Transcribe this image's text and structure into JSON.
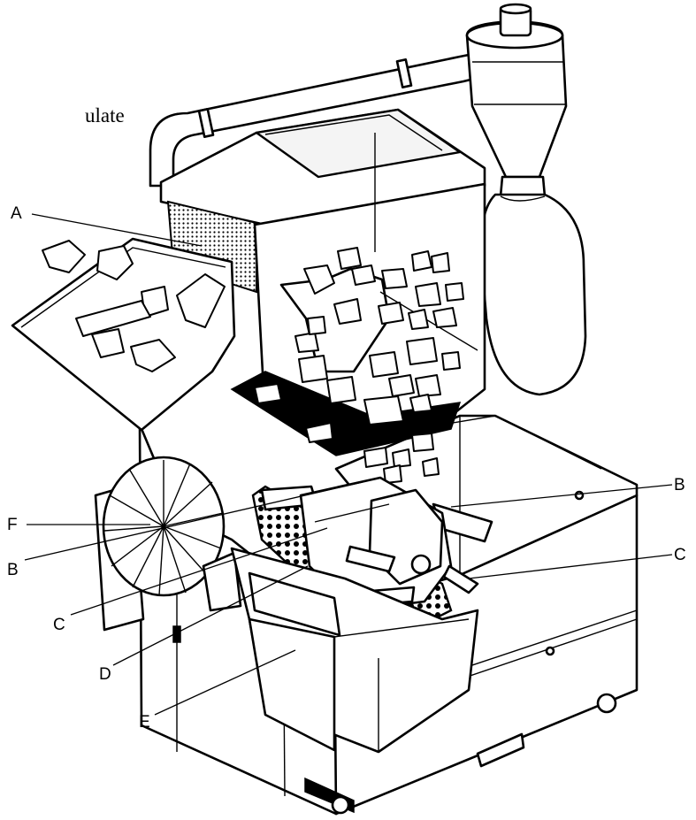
{
  "text_fragment": "ulate",
  "callouts": {
    "A": "A",
    "B_right": "B",
    "B_left": "B",
    "C_right": "C",
    "C_left": "C",
    "D": "D",
    "E": "E",
    "F": "F"
  },
  "colors": {
    "ink": "#000000",
    "paper": "#ffffff"
  }
}
